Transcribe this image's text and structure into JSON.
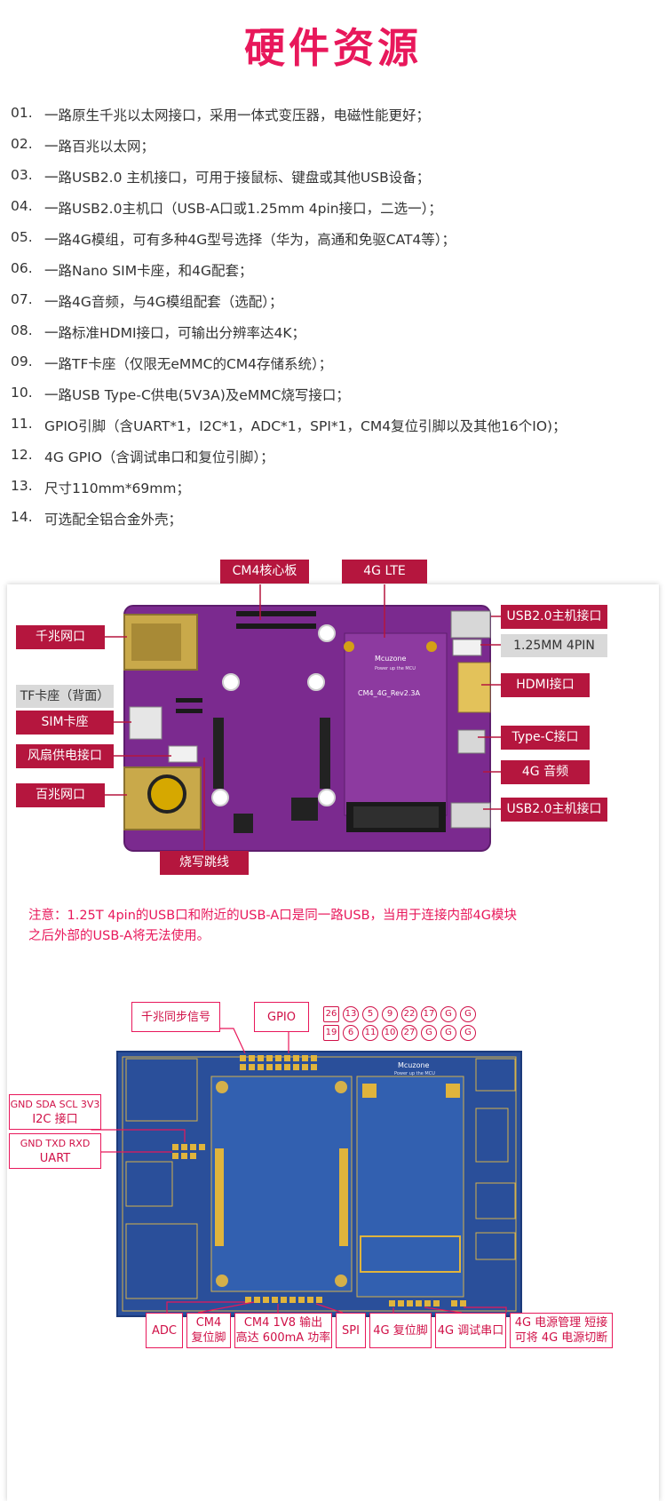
{
  "page": {
    "title": "硬件资源"
  },
  "features": [
    {
      "num": "01.",
      "text": "一路原生千兆以太网接口，采用一体式变压器，电磁性能更好；"
    },
    {
      "num": "02.",
      "text": "一路百兆以太网；"
    },
    {
      "num": "03.",
      "text": "一路USB2.0 主机接口，可用于接鼠标、键盘或其他USB设备；"
    },
    {
      "num": "04.",
      "text": "一路USB2.0主机口（USB-A口或1.25mm 4pin接口，二选一）；"
    },
    {
      "num": "05.",
      "text": "一路4G模组，可有多种4G型号选择（华为，高通和免驱CAT4等）；"
    },
    {
      "num": "06.",
      "text": "一路Nano SIM卡座，和4G配套；"
    },
    {
      "num": "07.",
      "text": "一路4G音频，与4G模组配套（选配）；"
    },
    {
      "num": "08.",
      "text": "一路标准HDMI接口，可输出分辨率达4K；"
    },
    {
      "num": "09.",
      "text": "一路TF卡座（仅限无eMMC的CM4存储系统）；"
    },
    {
      "num": "10.",
      "text": "一路USB Type-C供电(5V3A)及eMMC烧写接口；"
    },
    {
      "num": "11.",
      "text": "GPIO引脚（含UART*1，I2C*1，ADC*1，SPI*1，CM4复位引脚以及其他16个IO)；"
    },
    {
      "num": "12.",
      "text": "4G GPIO（含调试串口和复位引脚）；"
    },
    {
      "num": "13.",
      "text": "尺寸110mm*69mm；"
    },
    {
      "num": "14.",
      "text": "可选配全铝合金外壳；"
    }
  ],
  "board_photo": {
    "labels": {
      "cm4_core": "CM4核心板",
      "lte": "4G LTE",
      "usb_host_top": "USB2.0主机接口",
      "pin4": "1.25MM 4PIN",
      "gigabit": "千兆网口",
      "tf": "TF卡座（背面）",
      "sim": "SIM卡座",
      "fan": "风扇供电接口",
      "fast_eth": "百兆网口",
      "hdmi": "HDMI接口",
      "typec": "Type-C接口",
      "audio": "4G 音频",
      "usb_host_bottom": "USB2.0主机接口",
      "jumper": "烧写跳线"
    },
    "silk": {
      "brand": "Mcuzone",
      "slogan": "Power up the MCU",
      "rev": "CM4_4G_Rev2.3A"
    }
  },
  "note": {
    "line1": "注意：1.25T 4pin的USB口和附近的USB-A口是同一路USB，当用于连接内部4G模块",
    "line2": "之后外部的USB-A将无法使用。"
  },
  "pcb_layout": {
    "labels": {
      "gig_sync": "千兆同步信号",
      "gpio": "GPIO",
      "i2c_pins": "GND SDA SCL 3V3",
      "i2c": "I2C 接口",
      "uart_pins": "GND TXD RXD",
      "uart": "UART",
      "adc": "ADC",
      "cm4_reset_1": "CM4",
      "cm4_reset_2": "复位脚",
      "cm4_1v8_1": "CM4 1V8 输出",
      "cm4_1v8_2": "高达 600mA 功率",
      "spi": "SPI",
      "lte_reset": "4G 复位脚",
      "lte_debug": "4G 调试串口",
      "lte_power_1": "4G 电源管理 短接",
      "lte_power_2": "可将 4G 电源切断"
    },
    "pins_top": [
      "26",
      "13",
      "5",
      "9",
      "22",
      "17",
      "G",
      "G"
    ],
    "pins_bottom": [
      "19",
      "6",
      "11",
      "10",
      "27",
      "G",
      "G",
      "G"
    ],
    "brand": "Mcuzone",
    "slogan": "Power up the MCU"
  },
  "colors": {
    "accent": "#e8185b",
    "label_red": "#b5163e",
    "pcb_purple": "#7b2a8f",
    "pcb_blue": "#2a4f9a"
  }
}
